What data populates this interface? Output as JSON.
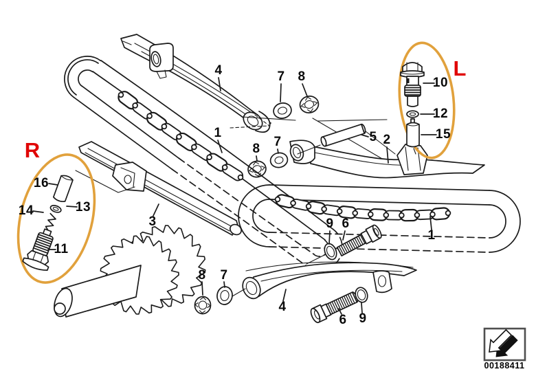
{
  "diagram": {
    "kind": "exploded parts diagram - timing chain",
    "highlight_color": "#E1A13C",
    "marker_color": "#E00505"
  },
  "markers": {
    "left": "L",
    "right": "R"
  },
  "stamp": {
    "number": "00188411"
  },
  "callouts": [
    {
      "text": "4"
    },
    {
      "text": "7"
    },
    {
      "text": "8"
    },
    {
      "text": "1"
    },
    {
      "text": "8"
    },
    {
      "text": "7"
    },
    {
      "text": "5"
    },
    {
      "text": "2"
    },
    {
      "text": "10"
    },
    {
      "text": "12"
    },
    {
      "text": "15"
    },
    {
      "text": "16"
    },
    {
      "text": "13"
    },
    {
      "text": "14"
    },
    {
      "text": "11"
    },
    {
      "text": "3"
    },
    {
      "text": "9"
    },
    {
      "text": "6"
    },
    {
      "text": "1"
    },
    {
      "text": "8"
    },
    {
      "text": "7"
    },
    {
      "text": "4"
    },
    {
      "text": "6"
    },
    {
      "text": "9"
    }
  ]
}
